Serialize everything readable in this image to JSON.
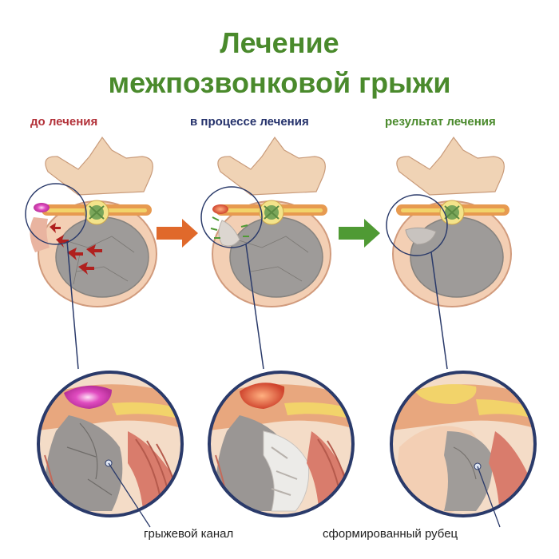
{
  "title": {
    "line1": "Лечение",
    "line2": "межпозвонковой грыжи"
  },
  "stages": [
    {
      "label": "до лечения",
      "color": "#b3323a"
    },
    {
      "label": "в процессе лечения",
      "color": "#24316b"
    },
    {
      "label": "результат лечения",
      "color": "#4a8a2c"
    }
  ],
  "captions": {
    "left": "грыжевой канал",
    "right": "сформированный рубец"
  },
  "colors": {
    "title": "#4a8a2c",
    "arrow_1": "#e0692b",
    "arrow_2": "#4f9a34",
    "circle_stroke": "#2a3a6a"
  }
}
